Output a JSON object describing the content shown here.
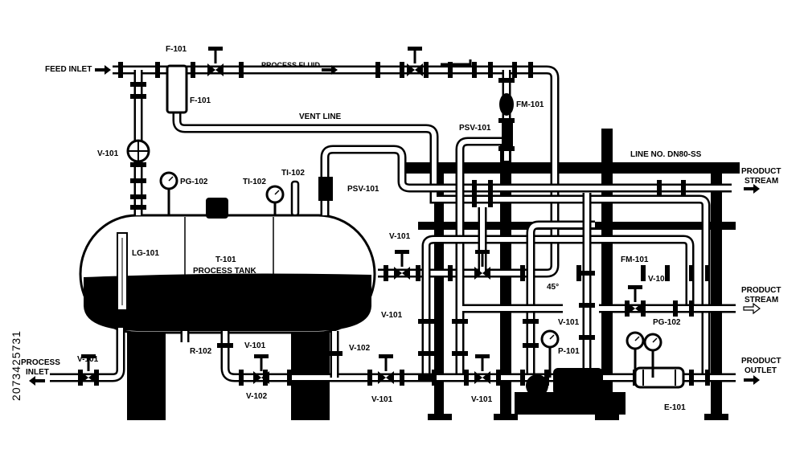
{
  "labels": {
    "feed_inlet": "FEED INLET",
    "f101_top": "F-101",
    "f101_side": "F-101",
    "process_fluid": "PROCESS FLUID",
    "vent_line": "VENT LINE",
    "fm101_top": "FM-101",
    "psv101_right": "PSV-101",
    "line_no": "LINE NO. DN80-SS",
    "product_stream_top_1": "PRODUCT",
    "product_stream_top_2": "STREAM",
    "v101_left": "V-101",
    "pg102_left": "PG-102",
    "ti102_a": "TI-102",
    "ti102_b": "TI-102",
    "psv101_tank": "PSV-101",
    "lg101": "LG-101",
    "tank_id": "T-101",
    "tank_name": "PROCESS TANK",
    "v101_mid_top": "V-101",
    "v101_mid": "V-101",
    "angle": "45°",
    "fm101_right": "FM-101",
    "v102_right": "V-102",
    "pg102_right": "PG-102",
    "product_stream_mid_1": "PRODUCT",
    "product_stream_mid_2": "STREAM",
    "process_inlet_1": "PROCESS",
    "process_inlet_2": "INLET",
    "v101_bottom_left": "V-101",
    "r102": "R-102",
    "v101_bottom_mid": "V-101",
    "v102_bottom_mid": "V-102",
    "v102_bottom_left": "V-102",
    "v101_bottom_center": "V-101",
    "v101_pump": "V-101",
    "p101": "P-101",
    "v101_bottom_right": "V-101",
    "product_outlet_1": "PRODUCT",
    "product_outlet_2": "OUTLET",
    "e101": "E-101"
  },
  "stock_id": "2073425731"
}
